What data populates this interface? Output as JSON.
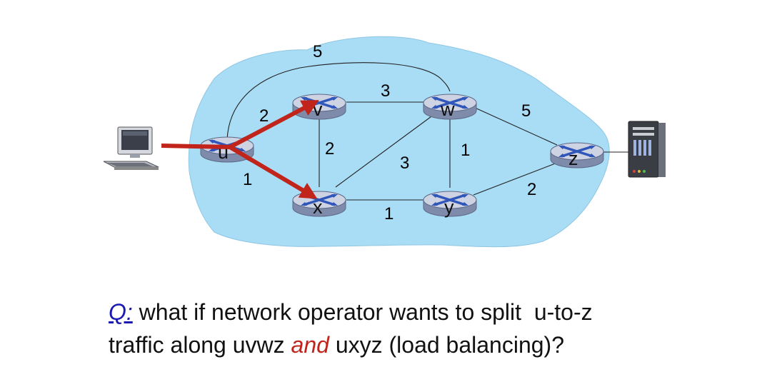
{
  "colors": {
    "cloud": "#a9dcf5",
    "router_top": "#cdd3e2",
    "router_body": "#7f8bab",
    "router_symbol": "#2f56b8",
    "path_arrow": "#c0241a",
    "question_prefix": "#1a1ab0",
    "emphasis": "#c0241a"
  },
  "diagram": {
    "routers": [
      {
        "id": "u",
        "label": "u"
      },
      {
        "id": "v",
        "label": "v"
      },
      {
        "id": "w",
        "label": "w"
      },
      {
        "id": "x",
        "label": "x"
      },
      {
        "id": "y",
        "label": "y"
      },
      {
        "id": "z",
        "label": "z"
      }
    ],
    "links": [
      {
        "from": "u",
        "to": "v",
        "weight": "2"
      },
      {
        "from": "u",
        "to": "x",
        "weight": "1"
      },
      {
        "from": "u",
        "to": "w",
        "weight": "5"
      },
      {
        "from": "v",
        "to": "w",
        "weight": "3"
      },
      {
        "from": "v",
        "to": "x",
        "weight": "2"
      },
      {
        "from": "x",
        "to": "w",
        "weight": "3"
      },
      {
        "from": "x",
        "to": "y",
        "weight": "1"
      },
      {
        "from": "w",
        "to": "y",
        "weight": "1"
      },
      {
        "from": "w",
        "to": "z",
        "weight": "5"
      },
      {
        "from": "y",
        "to": "z",
        "weight": "2"
      }
    ],
    "hosts": [
      {
        "id": "laptop",
        "icon": "desktop-computer-icon"
      },
      {
        "id": "server",
        "icon": "server-icon"
      }
    ],
    "highlighted_paths": [
      [
        "u",
        "v"
      ],
      [
        "u",
        "x"
      ]
    ]
  },
  "question": {
    "prefix": "Q:",
    "line1": "what if network operator wants to split  u-to-z",
    "line2_start": "traffic along uvwz ",
    "emphasis": "and",
    "line2_end": " uxyz (load balancing)?"
  }
}
